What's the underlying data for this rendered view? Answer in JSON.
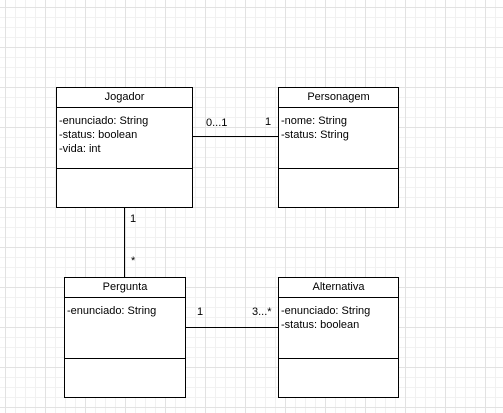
{
  "classes": {
    "jogador": {
      "name": "Jogador",
      "attributes": [
        "-enunciado: String",
        "-status: boolean",
        "-vida: int"
      ]
    },
    "personagem": {
      "name": "Personagem",
      "attributes": [
        "-nome: String",
        "-status: String"
      ]
    },
    "pergunta": {
      "name": "Pergunta",
      "attributes": [
        "-enunciado: String"
      ]
    },
    "alternativa": {
      "name": "Alternativa",
      "attributes": [
        "-enunciado: String",
        "-status: boolean"
      ]
    }
  },
  "associations": {
    "jogador_personagem": {
      "left_mult": "0...1",
      "right_mult": "1"
    },
    "jogador_pergunta": {
      "top_mult": "1",
      "bottom_mult": "*"
    },
    "pergunta_alternativa": {
      "left_mult": "1",
      "right_mult": "3...*"
    }
  }
}
